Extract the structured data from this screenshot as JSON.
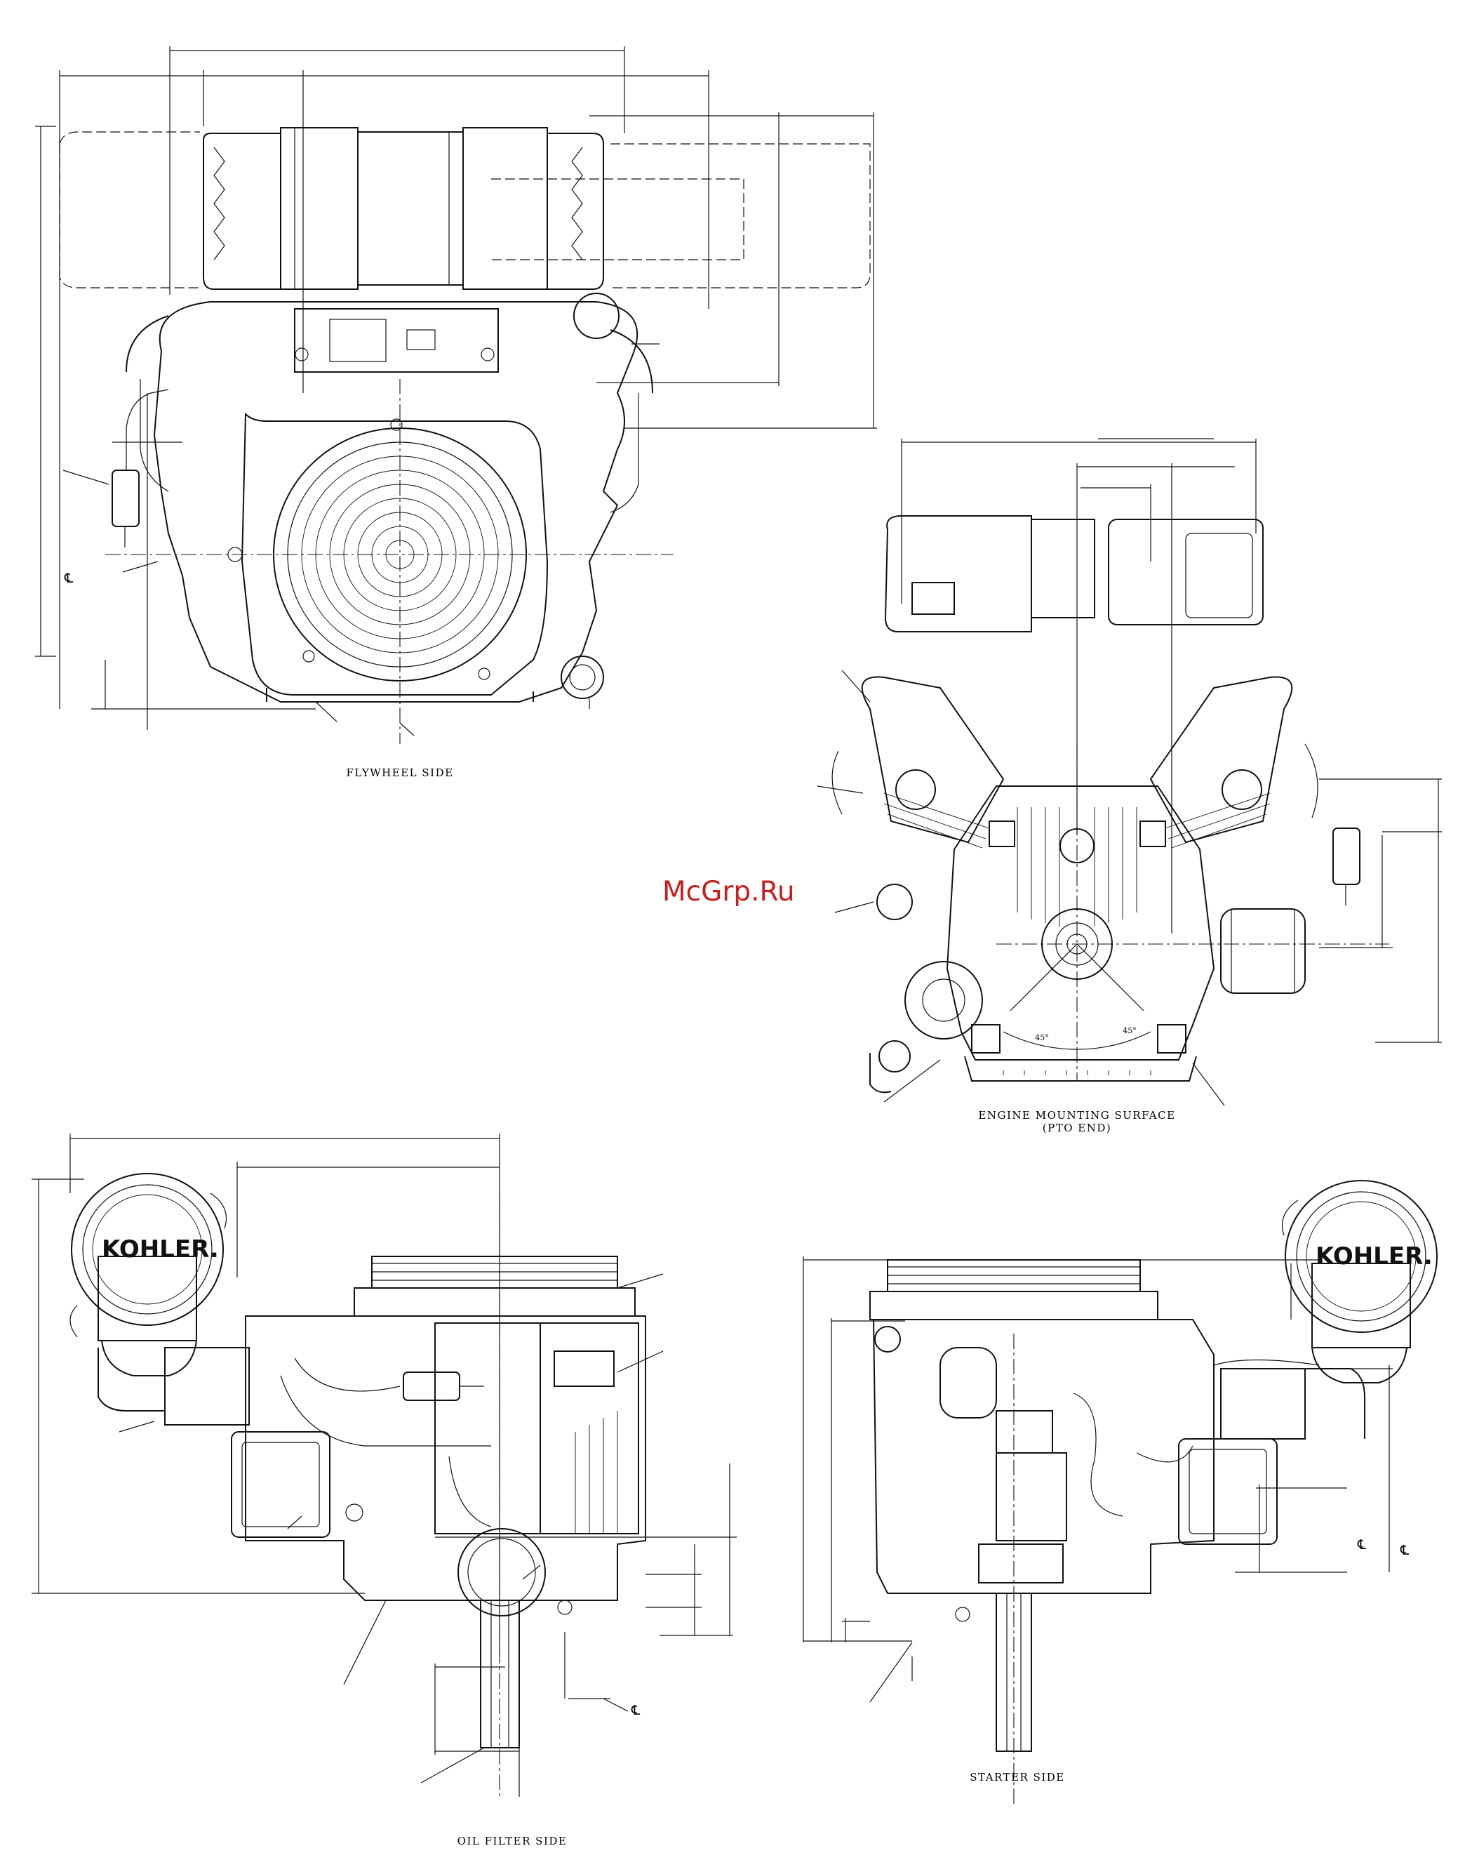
{
  "watermark": "McGrp.Ru",
  "views": {
    "flywheel_side": {
      "caption": "FLYWHEEL SIDE"
    },
    "pto_end": {
      "caption": "ENGINE MOUNTING SURFACE\n(PTO END)",
      "angle_left": "45°",
      "angle_right": "45°"
    },
    "oil_filter_side": {
      "caption": "OIL FILTER SIDE",
      "brand": "KOHLER."
    },
    "starter_side": {
      "caption": "STARTER SIDE",
      "brand": "KOHLER."
    }
  },
  "centerline_symbol": "℄",
  "colors": {
    "line": "#111111",
    "watermark": "#c81e1e",
    "background": "#ffffff"
  }
}
